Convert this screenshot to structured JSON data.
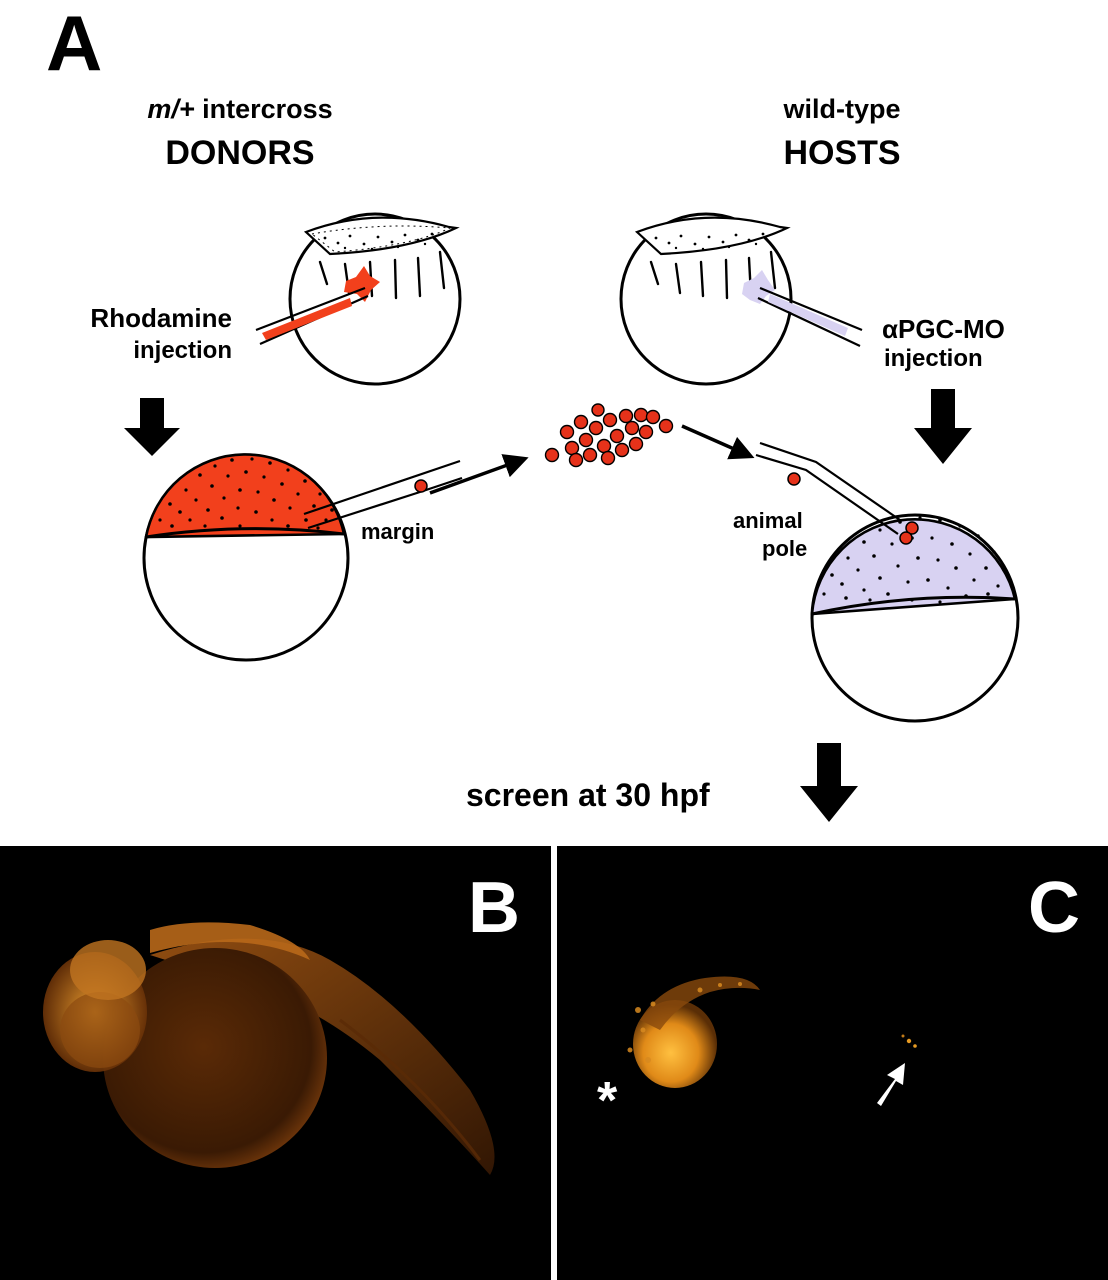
{
  "panel_a": {
    "letter": "A",
    "donors_line1_italic": "m/+",
    "donors_line1_rest": " intercross",
    "donors_line2": "DONORS",
    "hosts_line1": "wild-type",
    "hosts_line2": "HOSTS",
    "rhodamine_line1": "Rhodamine",
    "rhodamine_line2": "injection",
    "pgc_alpha": "α",
    "pgc_line1_rest": "PGC-MO",
    "pgc_line2": "injection",
    "margin": "margin",
    "animal_line1": "animal",
    "animal_line2": "pole",
    "screen": "screen at 30 hpf"
  },
  "panel_b": {
    "letter": "B"
  },
  "panel_c": {
    "letter": "C",
    "asterisk": "*"
  },
  "colors": {
    "rhodamine": "#f2401c",
    "morpholino": "#d8d2f2",
    "cell": "#e6321a",
    "fluorescence": "#e8901e",
    "panel_background": "#000000"
  }
}
